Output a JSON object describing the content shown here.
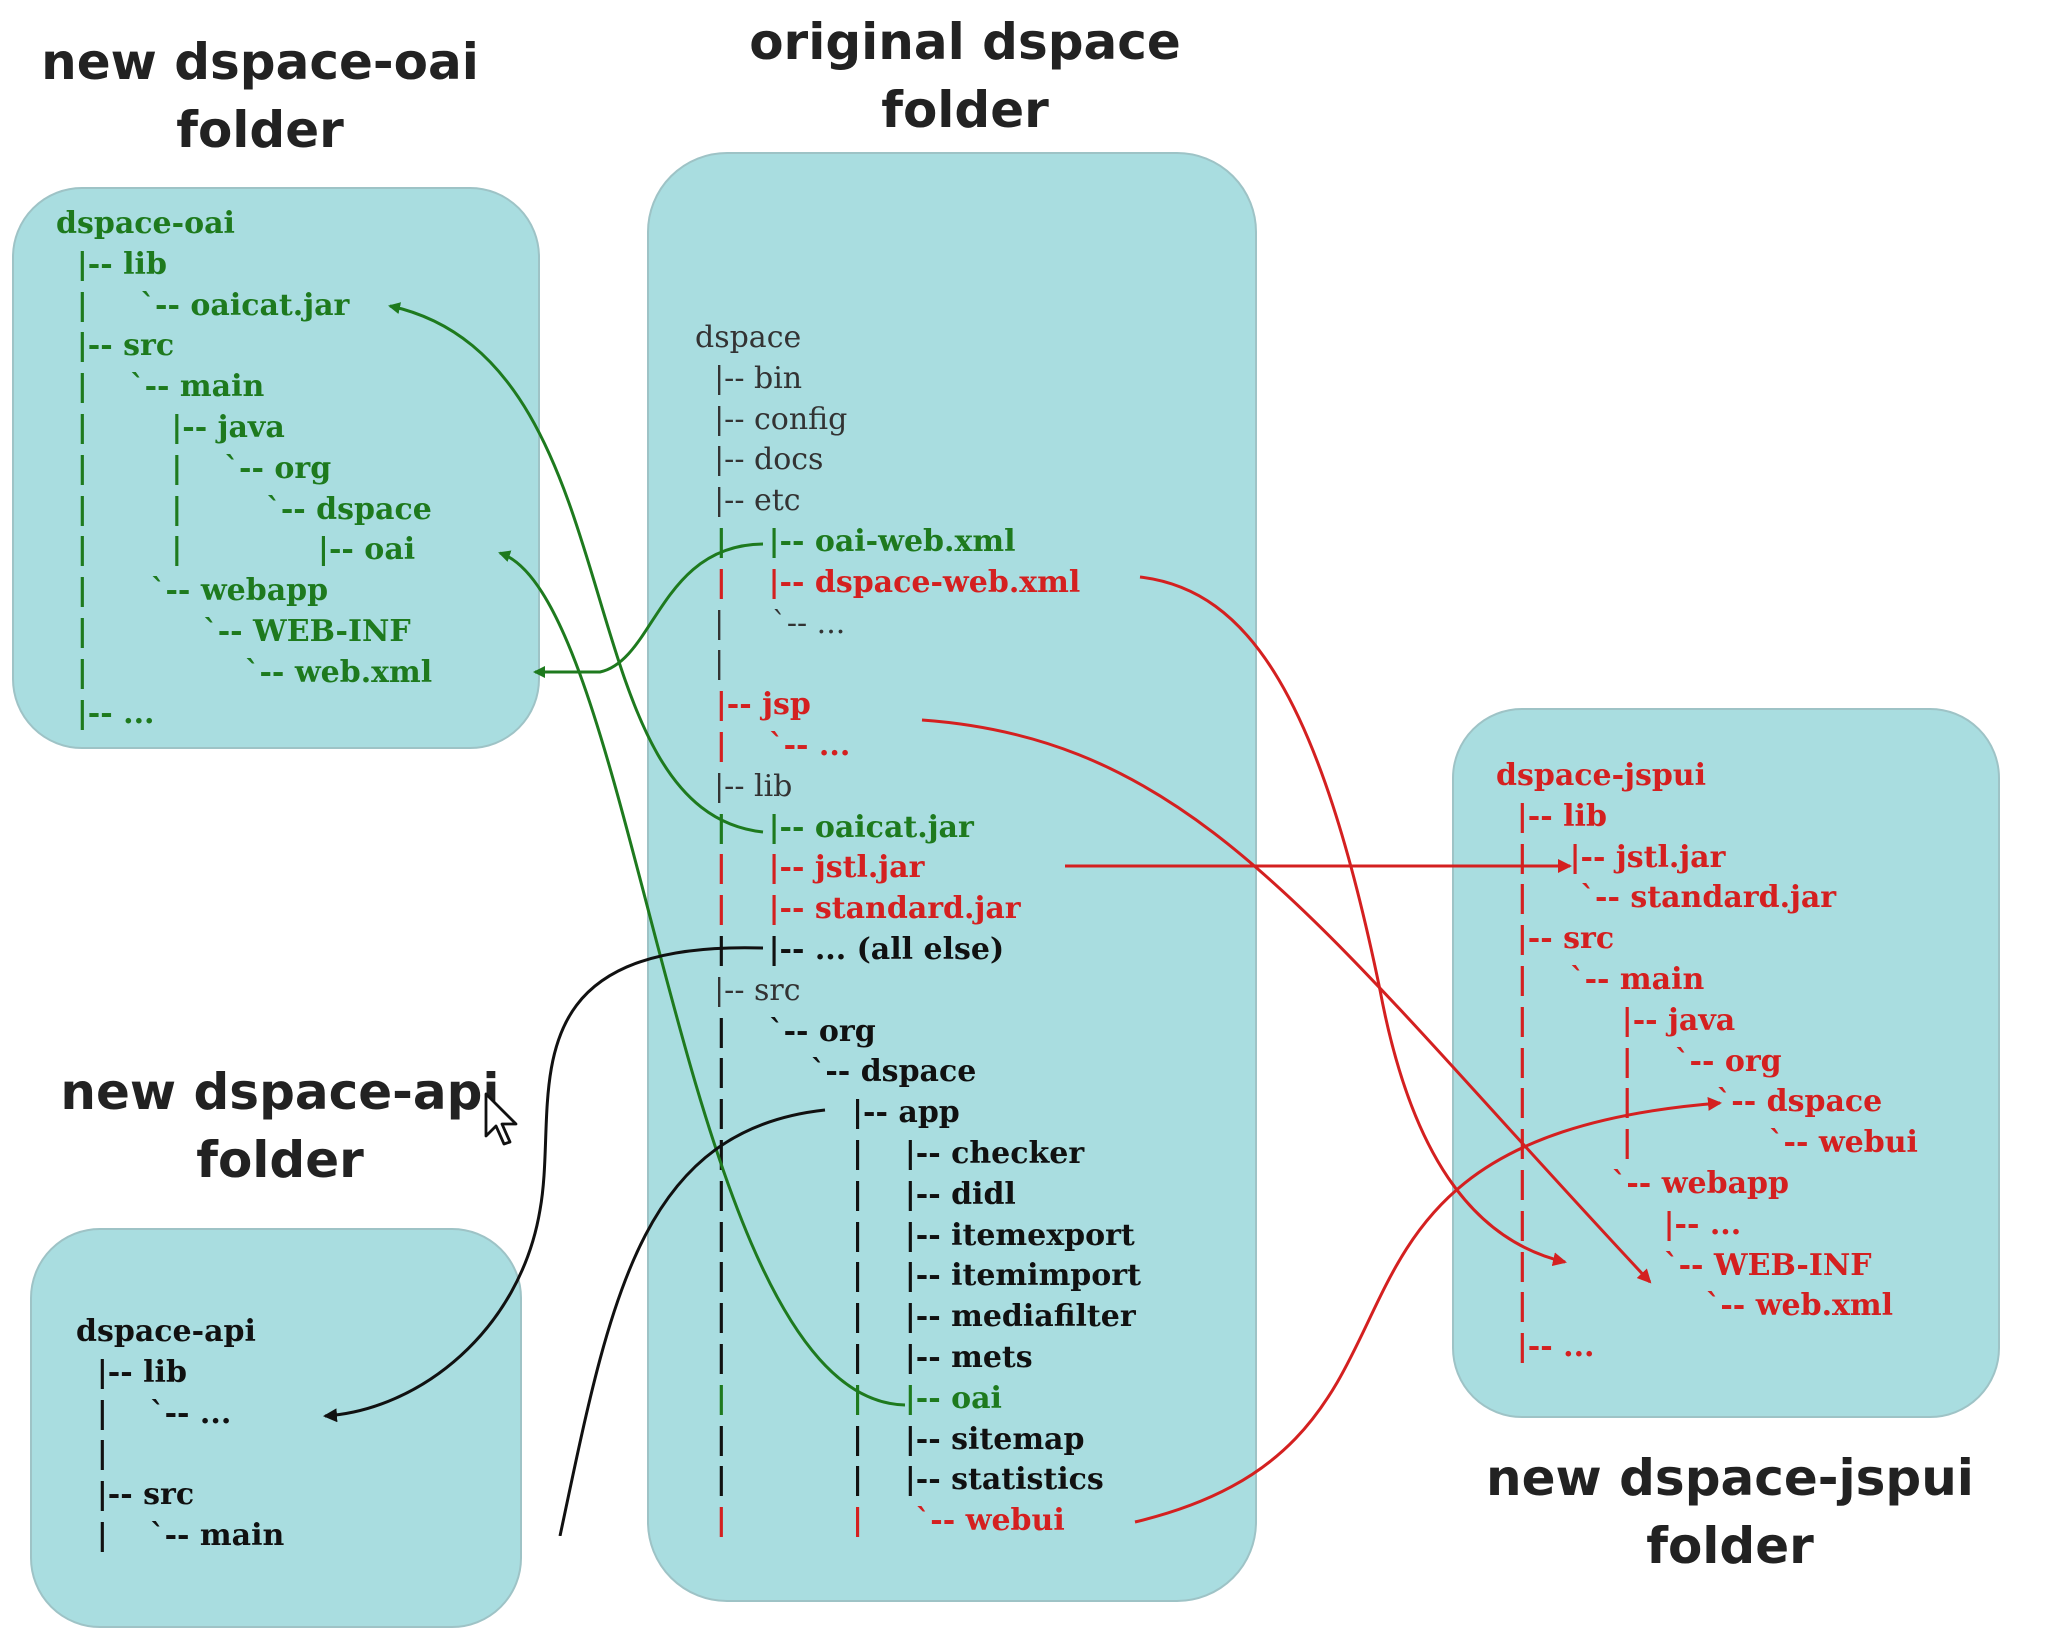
{
  "headings": {
    "oai": [
      "new dspace-oai",
      "folder"
    ],
    "original": [
      "original dspace",
      "folder"
    ],
    "api": [
      "new dspace-api",
      "folder"
    ],
    "jspui": [
      "new dspace-jspui",
      "folder"
    ]
  },
  "colors": {
    "box_fill": "#a9dde0",
    "green": "#1e7a1e",
    "red": "#d42020",
    "dark": "#111111"
  },
  "trees": {
    "oai": [
      {
        "text": "dspace-oai",
        "c": "green"
      },
      {
        "text": "  |-- lib",
        "c": "green"
      },
      {
        "text": "  |     `-- oaicat.jar",
        "c": "green"
      },
      {
        "text": "  |-- src",
        "c": "green"
      },
      {
        "text": "  |    `-- main",
        "c": "green"
      },
      {
        "text": "  |        |-- java",
        "c": "green"
      },
      {
        "text": "  |        |    `-- org",
        "c": "green"
      },
      {
        "text": "  |        |        `-- dspace",
        "c": "green"
      },
      {
        "text": "  |        |             |-- oai",
        "c": "green"
      },
      {
        "text": "  |      `-- webapp",
        "c": "green"
      },
      {
        "text": "  |           `-- WEB-INF",
        "c": "green"
      },
      {
        "text": "  |               `-- web.xml",
        "c": "green"
      },
      {
        "text": "  |-- ...",
        "c": "green"
      }
    ],
    "original": [
      {
        "text": "dspace",
        "c": "normal"
      },
      {
        "text": "  |-- bin",
        "c": "normal"
      },
      {
        "text": "  |-- config",
        "c": "normal"
      },
      {
        "text": "  |-- docs",
        "c": "normal"
      },
      {
        "text": "  |-- etc",
        "c": "normal"
      },
      {
        "text": "  |    |-- oai-web.xml",
        "c": "green"
      },
      {
        "text": "  |    |-- dspace-web.xml",
        "c": "red"
      },
      {
        "text": "  |     `-- ...",
        "c": "normal"
      },
      {
        "text": "  |",
        "c": "normal"
      },
      {
        "text": "  |-- jsp",
        "c": "red"
      },
      {
        "text": "  |    `-- ...",
        "c": "red"
      },
      {
        "text": "  |-- lib",
        "c": "normal"
      },
      {
        "text": "  |    |-- oaicat.jar",
        "c": "green"
      },
      {
        "text": "  |    |-- jstl.jar",
        "c": "red"
      },
      {
        "text": "  |    |-- standard.jar",
        "c": "red"
      },
      {
        "text": "  |    |-- ... (all else)",
        "c": "bold"
      },
      {
        "text": "  |-- src",
        "c": "normal"
      },
      {
        "text": "  |    `-- org",
        "c": "bold"
      },
      {
        "text": "  |        `-- dspace",
        "c": "bold"
      },
      {
        "text": "  |            |-- app",
        "c": "bold"
      },
      {
        "text": "  |            |    |-- checker",
        "c": "bold"
      },
      {
        "text": "  |            |    |-- didl",
        "c": "bold"
      },
      {
        "text": "  |            |    |-- itemexport",
        "c": "bold"
      },
      {
        "text": "  |            |    |-- itemimport",
        "c": "bold"
      },
      {
        "text": "  |            |    |-- mediafilter",
        "c": "bold"
      },
      {
        "text": "  |            |    |-- mets",
        "c": "bold"
      },
      {
        "text": "  |            |    |-- oai",
        "c": "green"
      },
      {
        "text": "  |            |    |-- sitemap",
        "c": "bold"
      },
      {
        "text": "  |            |    |-- statistics",
        "c": "bold"
      },
      {
        "text": "  |            |     `-- webui",
        "c": "red"
      }
    ],
    "api": [
      {
        "text": "dspace-api",
        "c": "bold"
      },
      {
        "text": "  |-- lib",
        "c": "bold"
      },
      {
        "text": "  |    `-- ...",
        "c": "bold"
      },
      {
        "text": "  |",
        "c": "bold"
      },
      {
        "text": "  |-- src",
        "c": "bold"
      },
      {
        "text": "  |    `-- main",
        "c": "bold"
      }
    ],
    "jspui": [
      {
        "text": "dspace-jspui",
        "c": "red"
      },
      {
        "text": "  |-- lib",
        "c": "red"
      },
      {
        "text": "  |    |-- jstl.jar",
        "c": "red"
      },
      {
        "text": "  |     `-- standard.jar",
        "c": "red"
      },
      {
        "text": "  |-- src",
        "c": "red"
      },
      {
        "text": "  |    `-- main",
        "c": "red"
      },
      {
        "text": "  |         |-- java",
        "c": "red"
      },
      {
        "text": "  |         |    `-- org",
        "c": "red"
      },
      {
        "text": "  |         |        `-- dspace",
        "c": "red"
      },
      {
        "text": "  |         |             `-- webui",
        "c": "red"
      },
      {
        "text": "  |        `-- webapp",
        "c": "red"
      },
      {
        "text": "  |             |-- ...",
        "c": "red"
      },
      {
        "text": "  |             `-- WEB-INF",
        "c": "red"
      },
      {
        "text": "  |                 `-- web.xml",
        "c": "red"
      },
      {
        "text": "  |-- ...",
        "c": "red"
      }
    ]
  }
}
